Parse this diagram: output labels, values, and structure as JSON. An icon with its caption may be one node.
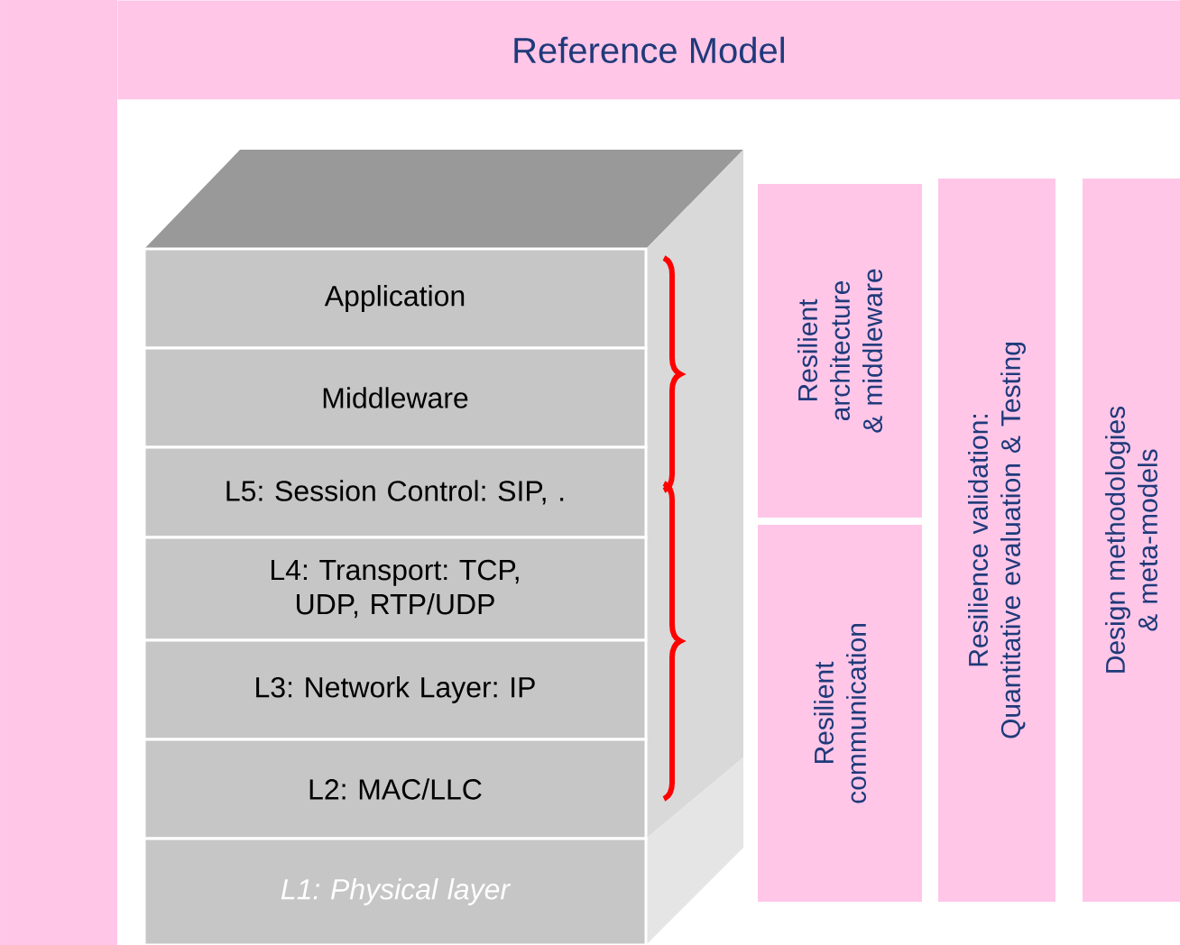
{
  "diagram": {
    "title": "Reference Model",
    "nodes": [
      {
        "text": [
          "Application"
        ]
      },
      {
        "text": [
          "Middleware"
        ]
      },
      {
        "text": [
          "L5: Session Control: SIP, ."
        ]
      },
      {
        "text": [
          "L4: Transport: TCP, UDP, RTP/UDP"
        ]
      },
      {
        "text": [
          "L3: Network Layer: IP"
        ]
      },
      {
        "text": [
          "L2: MAC/LLC"
        ]
      },
      {
        "text": [
          "L1: Physical layer"
        ]
      },
      {
        "text": [
          "Resilient architecture & middleware"
        ]
      },
      {
        "text": [
          "Resilient communication"
        ]
      },
      {
        "text": [
          "Resilience validation: Quantitative evaluation & Testing"
        ]
      },
      {
        "text": [
          "Design methodologies & meta-models"
        ]
      },
      {
        "text": [],
        "shape": "bar"
      }
    ]
  }
}
